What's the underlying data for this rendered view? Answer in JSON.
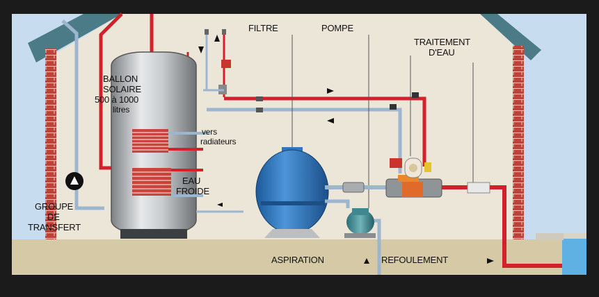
{
  "diagram": {
    "labels": {
      "filtre": "FILTRE",
      "pompe": "POMPE",
      "traitement_line1": "TRAITEMENT",
      "traitement_line2": "D'EAU",
      "ballon_line1": "BALLON",
      "ballon_line2": "SOLAIRE",
      "ballon_line3": "500 à 1000",
      "ballon_line4": "litres",
      "radiateurs_line1": "vers",
      "radiateurs_line2": "radiateurs",
      "eau_line1": "EAU",
      "eau_line2": "FROIDE",
      "groupe_line1": "GROUPE",
      "groupe_line2": "DE",
      "groupe_line3": "TRANSFERT",
      "aspiration": "ASPIRATION",
      "refoulement": "REFOULEMENT"
    },
    "icons": {
      "transfer_pump": "circulator-pump-icon",
      "filter": "sand-filter-tank-icon",
      "pool_pump": "pool-pump-icon",
      "water_treatment": "water-treatment-unit-icon"
    },
    "colors": {
      "hot_pipe": "#d4202a",
      "cold_pipe": "#9db6cf",
      "wall": "#ece6d8",
      "sky": "#c7dcef",
      "brick": "#b9443a",
      "roof": "#4c7b88",
      "ground": "#d5c9a6",
      "filter_tank": "#2f78c1",
      "pool_water": "#5fb1e3"
    }
  }
}
